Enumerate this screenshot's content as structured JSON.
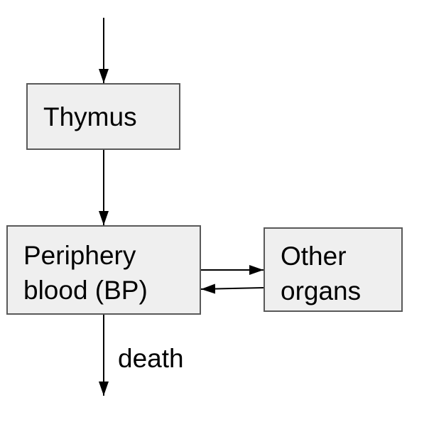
{
  "diagram": {
    "nodes": {
      "thymus": {
        "label": "Thymus"
      },
      "bp": {
        "label_line1": "Periphery",
        "label_line2": "blood (BP)"
      },
      "other": {
        "label_line1": "Other",
        "label_line2": "organs"
      }
    },
    "edges": {
      "bp_to_death": {
        "label": "death"
      }
    }
  }
}
